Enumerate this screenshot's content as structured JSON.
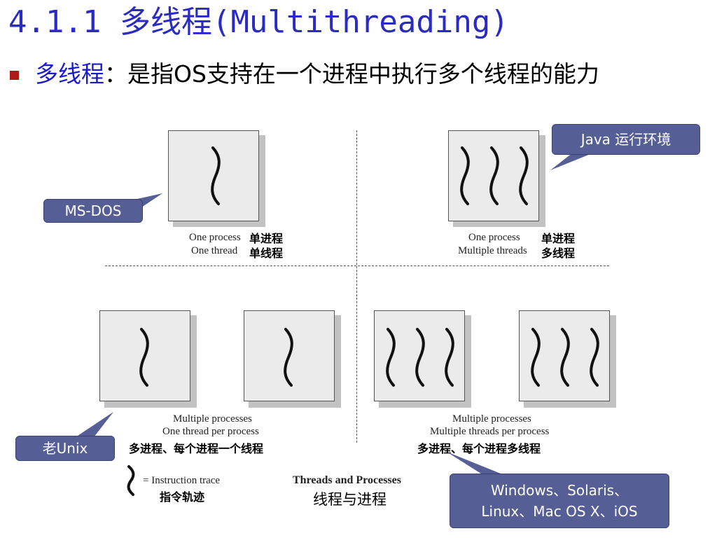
{
  "title": {
    "number": "4.1.1 ",
    "cn": "多线程",
    "en": "(Multithreading)"
  },
  "bullet": {
    "term": "多线程",
    "sep": "：",
    "text": "是指OS支持在一个进程中执行多个线程的能力"
  },
  "quadrants": {
    "top_left": {
      "label_en_1": "One process",
      "label_en_2": "One thread",
      "label_cn_1": "单进程",
      "label_cn_2": "单线程"
    },
    "top_right": {
      "label_en_1": "One process",
      "label_en_2": "Multiple threads",
      "label_cn_1": "单进程",
      "label_cn_2": "多线程"
    },
    "bottom_left": {
      "label_en_1": "Multiple processes",
      "label_en_2": "One thread per process",
      "label_cn": "多进程、每个进程一个线程"
    },
    "bottom_right": {
      "label_en_1": "Multiple processes",
      "label_en_2": "Multiple threads per process",
      "label_cn": "多进程、每个进程多线程"
    }
  },
  "legend": {
    "en": "= Instruction trace",
    "cn": "指令轨迹"
  },
  "caption": {
    "en": "Threads and Processes",
    "cn": "线程与进程"
  },
  "callouts": {
    "msdos": "MS-DOS",
    "java": "Java 运行环境",
    "unix": "老Unix",
    "windows_line1": "Windows、Solaris、",
    "windows_line2": "Linux、Mac OS X、iOS"
  },
  "colors": {
    "title": "#2a2ac4",
    "bullet_term": "#1a1ad0",
    "bullet_marker": "#b01818",
    "callout_fill": "#565e96"
  },
  "icons": {
    "thread": "wavy-thread-icon",
    "bullet": "square-bullet-icon"
  }
}
